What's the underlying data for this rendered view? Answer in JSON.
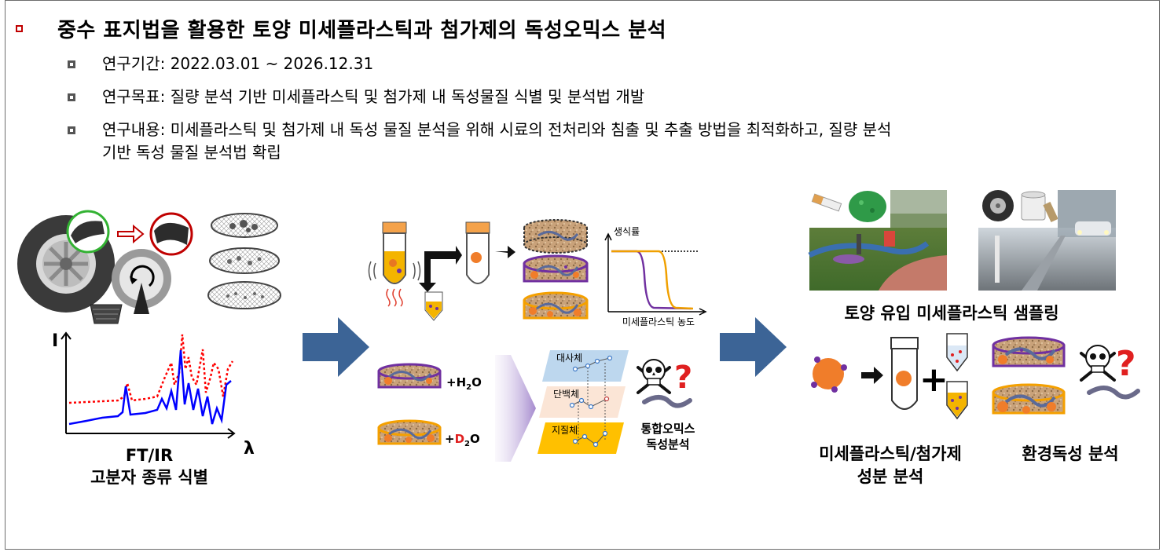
{
  "header": {
    "title": "중수 표지법을 활용한 토양 미세플라스틱과 첨가제의 독성오믹스 분석",
    "period": "연구기간: 2022.03.01 ~ 2026.12.31",
    "goal": "연구목표: 질량 분석 기반 미세플라스틱 및 첨가제 내 독성물질 식별 및 분석법 개발",
    "content_line1": "연구내용: 미세플라스틱 및 첨가제 내 독성 물질 분석을 위해 시료의 전처리와 침출 및 추출 방법을 최적화하고, 질량 분석",
    "content_line2": "기반 독성 물질 분석법 확립"
  },
  "left": {
    "axis_y": "I",
    "axis_x": "λ",
    "label1": "FT/IR",
    "label2": "고분자 종류 식별"
  },
  "middle": {
    "graph_ylabel": "생식률",
    "graph_xlabel": "미세플라스틱 농도",
    "h2o": "+H",
    "h2o_sub": "2",
    "h2o_o": "O",
    "d2o_plus": "+",
    "d2o_d": "D",
    "d2o_sub": "2",
    "d2o_o": "O",
    "layer1": "대사체",
    "layer2": "단백체",
    "layer3": "지질체",
    "omics1": "통합오믹스",
    "omics2": "독성분석"
  },
  "right": {
    "sampling": "토양 유입 미세플라스틱 샘플링",
    "analysis1": "미세플라스틱/첨가제",
    "analysis2": "성분 분석",
    "toxicity": "환경독성 분석"
  },
  "colors": {
    "accent_red": "#c00000",
    "arrow_blue": "#3c6496",
    "spectrum_blue": "#0000ff",
    "spectrum_red": "#ff0000",
    "curve_purple": "#7030a0",
    "curve_orange": "#f0a000",
    "layer_blue": "#bdd7ee",
    "layer_peach": "#fbe5d6",
    "layer_yellow": "#ffc000"
  }
}
